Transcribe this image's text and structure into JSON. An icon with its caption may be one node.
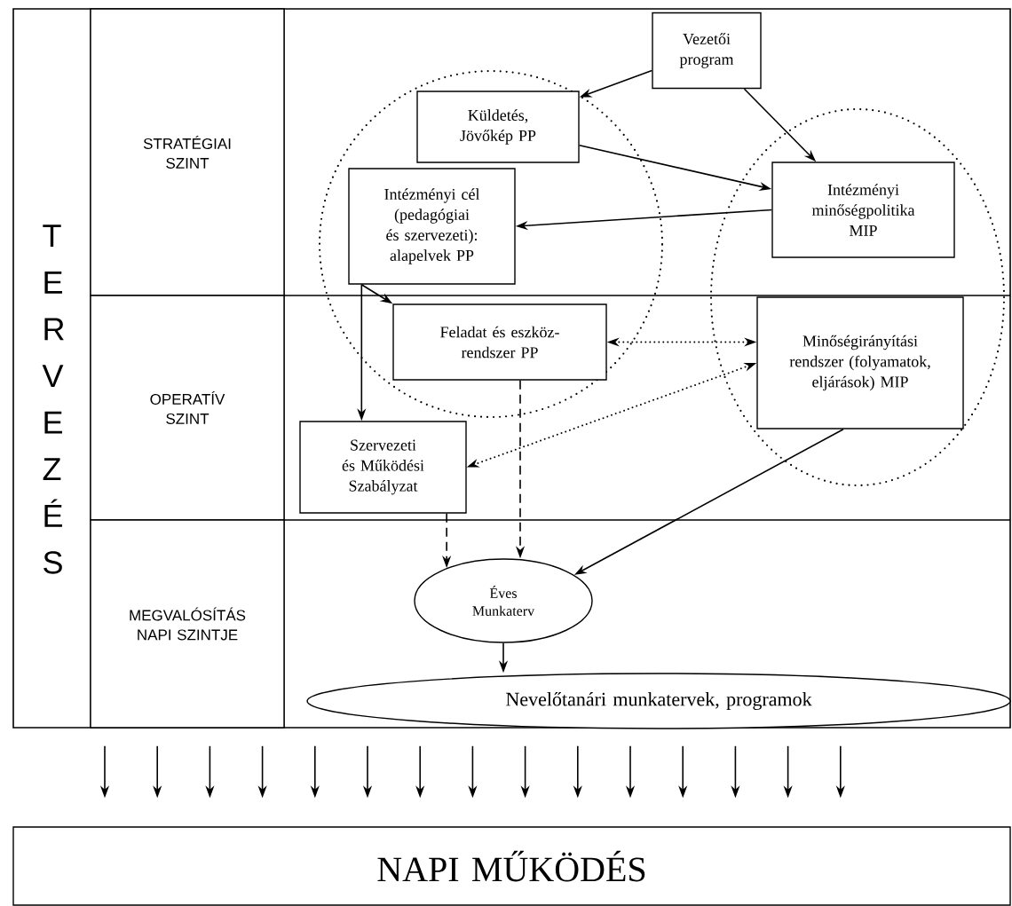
{
  "diagram": {
    "nodes": [
      {
        "text": [],
        "shape": "box"
      },
      {
        "text": [
          "T E R V E Z É S"
        ],
        "in": 0
      },
      {
        "text": [
          "STRATÉGIAI SZINT"
        ],
        "in": 0
      },
      {
        "text": [
          "OPERATÍV SZINT"
        ],
        "in": 0
      },
      {
        "text": [
          "MEGVALÓSÍTÁS NAPI SZINTJE"
        ],
        "in": 0
      },
      {
        "text": [
          "Vezetői program"
        ],
        "in": 0
      },
      {
        "text": [
          "Küldetés, Jövőkép PP"
        ],
        "in": 0
      },
      {
        "text": [
          "Intézményi cél (pedagógiai és szervezeti): alapelvek PP"
        ],
        "in": 0
      },
      {
        "text": [
          "Intézményi minőségpolitika MIP"
        ],
        "in": 0
      },
      {
        "text": [
          "Feladat és eszköz-rendszer PP"
        ],
        "in": 0
      },
      {
        "text": [
          "Minőségirányítási rendszer (folyamatok, eljárások) MIP"
        ],
        "in": 0
      },
      {
        "text": [
          "Szervezeti és Működési Szabályzat"
        ],
        "in": 0
      },
      {
        "text": [
          "Éves Munkaterv"
        ],
        "in": 0
      },
      {
        "text": [
          "Nevelőtanári munkatervek, programok"
        ],
        "in": 0
      },
      {
        "text": [
          "NAPI MŰKÖDÉS"
        ]
      }
    ],
    "edges": [
      {
        "from": 5,
        "to": 6,
        "arrow": "to"
      },
      {
        "from": 5,
        "to": 8,
        "arrow": "to"
      },
      {
        "from": 6,
        "to": 8,
        "arrow": "to"
      },
      {
        "from": 8,
        "to": 7,
        "arrow": "to"
      },
      {
        "from": 7,
        "to": 9,
        "arrow": "to"
      },
      {
        "from": 7,
        "to": 11,
        "arrow": "to"
      },
      {
        "from": 9,
        "to": 10,
        "arrow": "both",
        "style": "dashed"
      },
      {
        "from": 10,
        "to": 11,
        "arrow": "both",
        "style": "dashed"
      },
      {
        "from": 9,
        "to": 12,
        "arrow": "to",
        "style": "dashed"
      },
      {
        "from": 11,
        "to": 12,
        "arrow": "to",
        "style": "dashed"
      },
      {
        "from": 10,
        "to": 12,
        "arrow": "to"
      },
      {
        "from": 12,
        "to": 13,
        "arrow": "to"
      },
      {
        "from": 0,
        "to": 14,
        "arrow": "to"
      },
      {
        "from": 0,
        "to": 14,
        "arrow": "to"
      },
      {
        "from": 0,
        "to": 14,
        "arrow": "to"
      },
      {
        "from": 0,
        "to": 14,
        "arrow": "to"
      },
      {
        "from": 0,
        "to": 14,
        "arrow": "to"
      },
      {
        "from": 0,
        "to": 14,
        "arrow": "to"
      },
      {
        "from": 0,
        "to": 14,
        "arrow": "to"
      },
      {
        "from": 0,
        "to": 14,
        "arrow": "to"
      },
      {
        "from": 0,
        "to": 14,
        "arrow": "to"
      },
      {
        "from": 0,
        "to": 14,
        "arrow": "to"
      },
      {
        "from": 0,
        "to": 14,
        "arrow": "to"
      },
      {
        "from": 0,
        "to": 14,
        "arrow": "to"
      },
      {
        "from": 0,
        "to": 14,
        "arrow": "to"
      },
      {
        "from": 0,
        "to": 14,
        "arrow": "to"
      },
      {
        "from": 0,
        "to": 14,
        "arrow": "to"
      }
    ]
  }
}
